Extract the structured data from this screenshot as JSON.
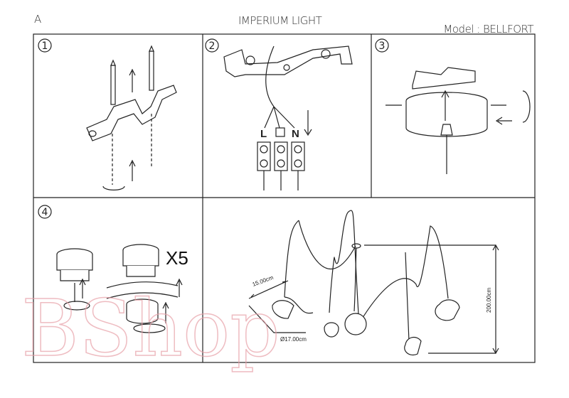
{
  "header": {
    "sheet_letter": "A",
    "title": "IMPERIUM LIGHT",
    "model": "Model : BELLFORT"
  },
  "steps": [
    {
      "number": "1"
    },
    {
      "number": "2",
      "wire_labels": [
        "L",
        "N"
      ]
    },
    {
      "number": "3"
    },
    {
      "number": "4",
      "quantity_label": "X5"
    }
  ],
  "dimensions": {
    "shade_depth": "15.00cm",
    "shade_diameter": "Ø17.00cm",
    "total_height": "200.00cm"
  },
  "watermark": "BShop"
}
